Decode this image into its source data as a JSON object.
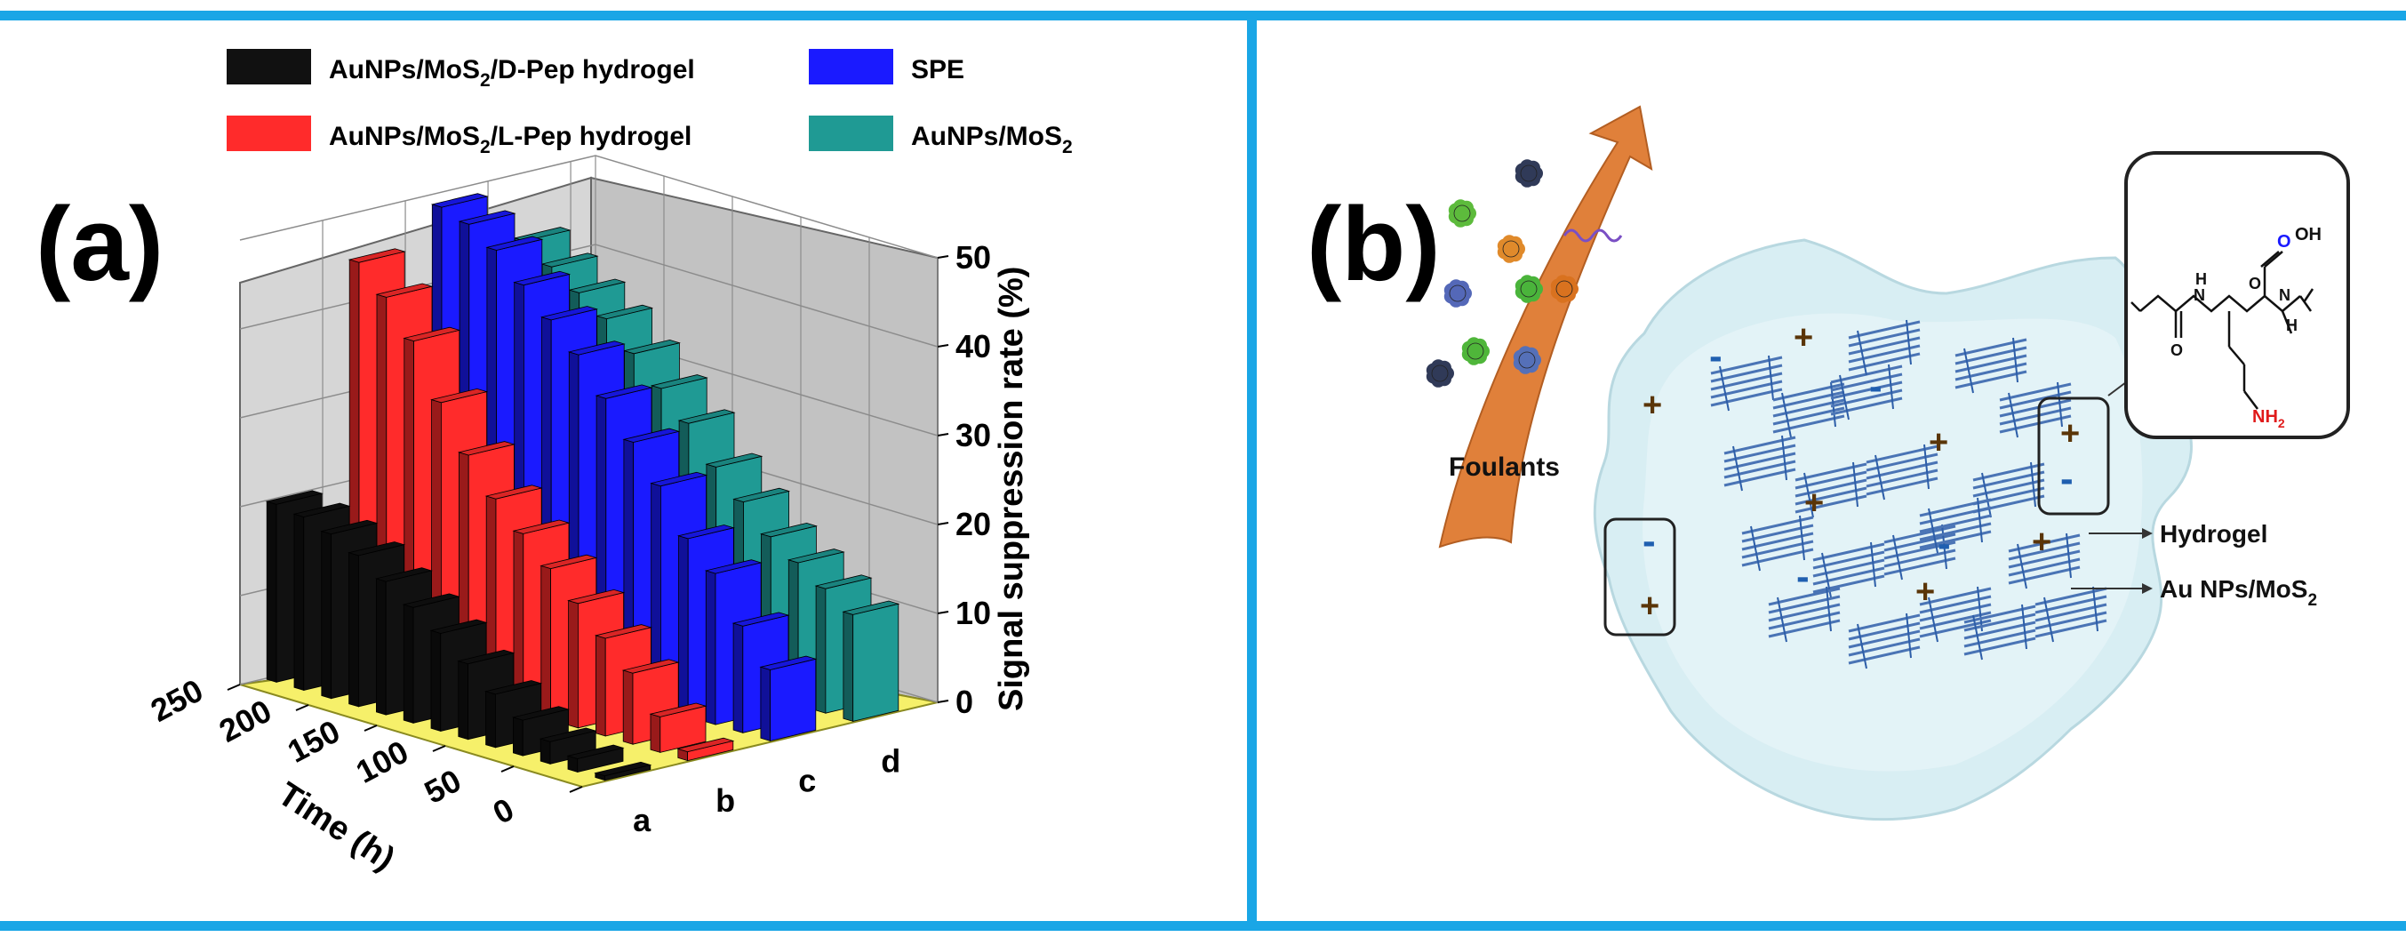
{
  "panel_a": {
    "label": "(a)",
    "chart_data": {
      "type": "bar",
      "subtype": "3d-grouped-bar",
      "title": "",
      "xlabel": "Time (h)",
      "ylabel": "",
      "zlabel": "Signal suppression rate (%)",
      "time_ticks": [
        "0",
        "50",
        "100",
        "150",
        "200",
        "250"
      ],
      "sample_ticks": [
        "a",
        "b",
        "c",
        "d"
      ],
      "z_ticks": [
        "0",
        "10",
        "20",
        "30",
        "40",
        "50"
      ],
      "zlim": [
        0,
        50
      ],
      "time_range": [
        0,
        250
      ],
      "grid": true,
      "legend_position": "top",
      "time_points": [
        0,
        20,
        40,
        60,
        80,
        100,
        120,
        140,
        160,
        180,
        200,
        220,
        240
      ],
      "series": [
        {
          "name": "AuNPs/MoS2/D-Pep hydrogel",
          "color": "#111111",
          "sample": "a",
          "values": [
            0.5,
            1.5,
            2.5,
            4,
            6,
            8.5,
            11,
            13,
            15,
            17,
            18.5,
            19.5,
            20
          ]
        },
        {
          "name": "AuNPs/MoS2/L-Pep hydrogel",
          "color": "#ff2b2b",
          "sample": "b",
          "values": [
            1,
            4,
            8,
            11,
            14,
            17,
            20,
            23,
            27,
            32,
            38,
            42,
            45
          ]
        },
        {
          "name": "SPE",
          "color": "#1a1aff",
          "sample": "c",
          "values": [
            8,
            12,
            17,
            20,
            25,
            29,
            33,
            37,
            40,
            43,
            46,
            48,
            49
          ]
        },
        {
          "name": "AuNPs/MoS2",
          "color": "#1f9a94",
          "sample": "d",
          "values": [
            12,
            14,
            16,
            18,
            21,
            24,
            28,
            31,
            34,
            37,
            39,
            41,
            43
          ]
        }
      ]
    },
    "legend": [
      {
        "name": "AuNPs/MoS",
        "sub": "2",
        "rest": "/D-Pep hydrogel",
        "color": "#111111"
      },
      {
        "name": "SPE",
        "sub": "",
        "rest": "",
        "color": "#1a1aff"
      },
      {
        "name": "AuNPs/MoS",
        "sub": "2",
        "rest": "/L-Pep hydrogel",
        "color": "#ff2b2b"
      },
      {
        "name": "AuNPs/MoS",
        "sub": "2",
        "rest": "",
        "color": "#1f9a94"
      }
    ]
  },
  "panel_b": {
    "label": "(b)",
    "foulants_label": "Foulants",
    "hydrogel_label": "Hydrogel",
    "au_label": "Au NPs/MoS",
    "au_sub": "2",
    "oh_label": "OH",
    "nh2_label": "NH",
    "nh2_sub": "2",
    "h_label": "H",
    "n_label": "N",
    "o_label": "O",
    "plus": "+",
    "minus": "-"
  },
  "colors": {
    "frame": "#1aa6e6",
    "hydrogel": "#d8eef3",
    "arrow": "#e0803a"
  }
}
